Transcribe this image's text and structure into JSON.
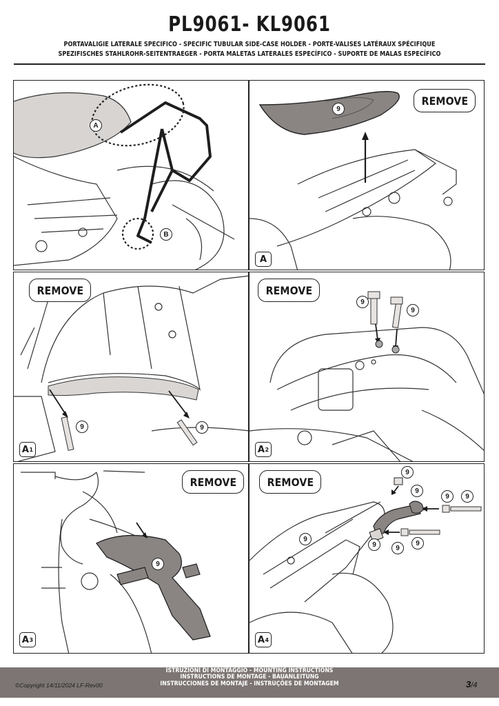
{
  "header": {
    "title": "PL9061- KL9061",
    "subtitle_line1": "PORTAVALIGIE LATERALE SPECIFICO  -  SPECIFIC TUBULAR SIDE-CASE HOLDER  - PORTE-VALISES LATÉRAUX SPÉCIFIQUE",
    "subtitle_line2": "SPEZIFISCHES STAHLROHR-SEITENTRAEGER - PORTA MALETAS LATERALES ESPECÍFICO - SUPORTE DE MALAS ESPECÍFICO"
  },
  "panels": {
    "p1": {
      "callout_a": "A",
      "callout_b": "B"
    },
    "p2": {
      "callout": "9",
      "step": "A"
    },
    "p3": {
      "remove": "REMOVE",
      "callout_left": "9",
      "callout_right": "9",
      "step": "A",
      "step_sub": "1"
    },
    "p4": {
      "remove": "REMOVE",
      "callout_left": "9",
      "callout_right": "9",
      "step": "A",
      "step_sub": "2"
    },
    "p5": {
      "remove": "REMOVE",
      "callout": "9",
      "step": "A",
      "step_sub": "3"
    },
    "p6": {
      "remove": "REMOVE",
      "callouts": [
        "9",
        "9",
        "9",
        "9",
        "9",
        "9",
        "9",
        "9"
      ],
      "step": "A",
      "step_sub": "4"
    }
  },
  "p2_remove": "REMOVE",
  "footer": {
    "line1": "ISTRUZIONI DI MONTAGGIO  -  MOUNTING INSTRUCTIONS",
    "line2": "INSTRUCTIONS DE MONTAGE - BAUANLEITUNG",
    "line3": "INSTRUCCIONES DE MONTAJE - INSTRUÇÕES DE MONTAGEM",
    "copyright": "©Copyright 14/11/2024 LF-Rev00",
    "page_current": "3",
    "page_total": "/4"
  },
  "colors": {
    "footer_bar": "#7c7573",
    "line": "#222222",
    "seat_fill": "#8a8583"
  }
}
